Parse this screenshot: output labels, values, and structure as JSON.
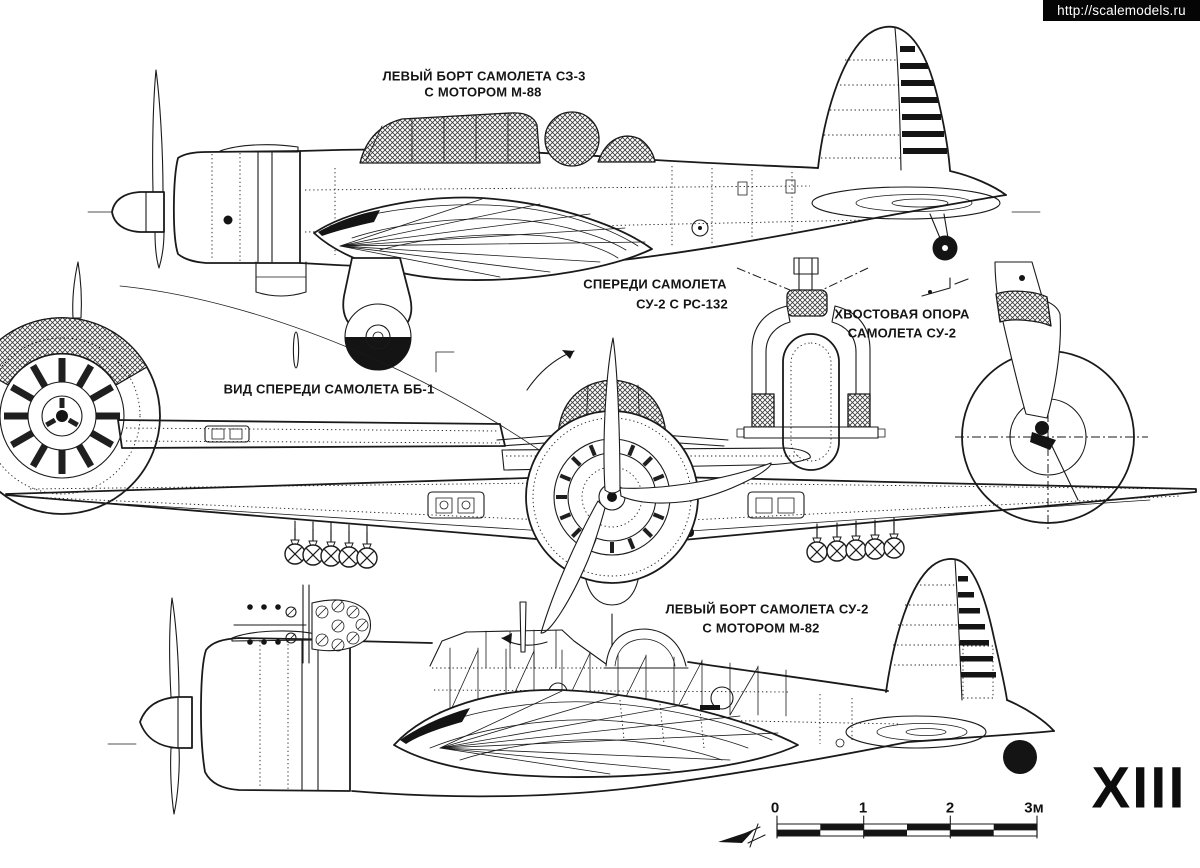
{
  "banner": {
    "url_text": "http://scalemodels.ru"
  },
  "labels": {
    "sz3_line1": "ЛЕВЫЙ БОРТ САМОЛЕТА СЗ-3",
    "sz3_line2": "С МОТОРОМ М-88",
    "bb1": "ВИД СПЕРЕДИ САМОЛЕТА ББ-1",
    "su2_front_line1": "СПЕРЕДИ САМОЛЕТА",
    "su2_front_line2": "СУ-2  С  РС-132",
    "tail_line1": "ХВОСТОВАЯ ОПОРА",
    "tail_line2": "САМОЛЕТА СУ-2",
    "su2_side_line1": "ЛЕВЫЙ БОРТ САМОЛЕТА СУ-2",
    "su2_side_line2": "С МОТОРОМ М-82"
  },
  "scale_bar": {
    "ticks": [
      "0",
      "1",
      "2",
      "3м"
    ]
  },
  "plate_number": "XIII",
  "icons": [
    "scale-plane-icon",
    "rocket-projectile-icon"
  ],
  "colors": {
    "ink": "#1a1a1a",
    "paper": "#ffffff",
    "banner_bg": "#050505",
    "banner_text": "#ffffff"
  }
}
